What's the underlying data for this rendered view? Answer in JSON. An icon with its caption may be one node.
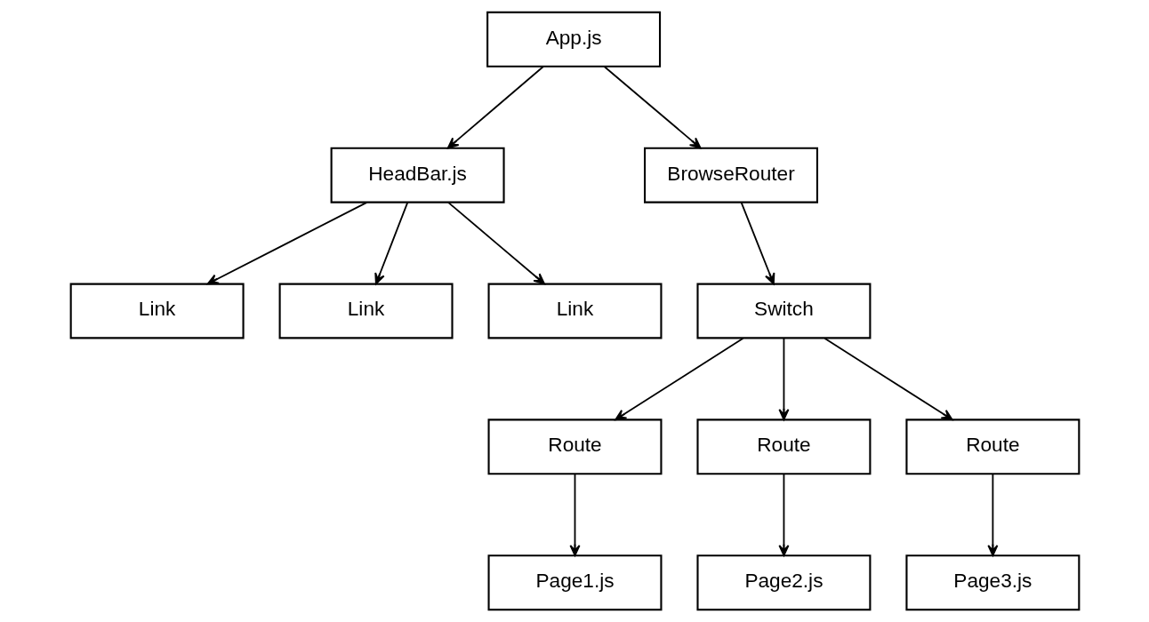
{
  "diagram": {
    "nodes": [
      {
        "text": [
          "App.js"
        ]
      },
      {
        "text": [
          "HeadBar.js"
        ]
      },
      {
        "text": [
          "BrowseRouter"
        ]
      },
      {
        "text": [
          "Link"
        ]
      },
      {
        "text": [
          "Link"
        ]
      },
      {
        "text": [
          "Link"
        ]
      },
      {
        "text": [
          "Switch"
        ]
      },
      {
        "text": [
          "Route"
        ]
      },
      {
        "text": [
          "Route"
        ]
      },
      {
        "text": [
          "Route"
        ]
      },
      {
        "text": [
          "Page1.js"
        ]
      },
      {
        "text": [
          "Page2.js"
        ]
      },
      {
        "text": [
          "Page3.js"
        ]
      }
    ],
    "edges": [
      {
        "from": 0,
        "to": 1,
        "arrow": "to"
      },
      {
        "from": 0,
        "to": 2,
        "arrow": "to"
      },
      {
        "from": 1,
        "to": 3,
        "arrow": "to"
      },
      {
        "from": 1,
        "to": 4,
        "arrow": "to"
      },
      {
        "from": 1,
        "to": 5,
        "arrow": "to"
      },
      {
        "from": 2,
        "to": 6,
        "arrow": "to"
      },
      {
        "from": 6,
        "to": 7,
        "arrow": "to"
      },
      {
        "from": 6,
        "to": 8,
        "arrow": "to"
      },
      {
        "from": 6,
        "to": 9,
        "arrow": "to"
      },
      {
        "from": 7,
        "to": 10,
        "arrow": "to"
      },
      {
        "from": 8,
        "to": 11,
        "arrow": "to"
      },
      {
        "from": 9,
        "to": 12,
        "arrow": "to"
      }
    ]
  }
}
